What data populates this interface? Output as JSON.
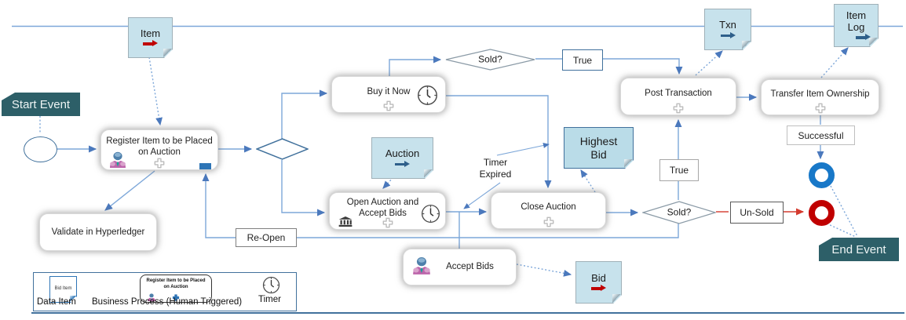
{
  "nodes": {
    "events": {
      "start_banner": "Start Event",
      "end_banner": "End Event"
    },
    "data_objects": {
      "item": "Item",
      "txn": "Txn",
      "item_log": "Item Log",
      "auction": "Auction",
      "highest_bid": "Highest Bid",
      "bid": "Bid"
    },
    "tasks": {
      "register": "Register Item to be Placed on Auction",
      "validate": "Validate in Hyperledger",
      "buy_now": "Buy it Now",
      "open_auction": "Open Auction and Accept Bids",
      "close_auction": "Close Auction",
      "accept_bids": "Accept Bids",
      "post_transaction": "Post Transaction",
      "transfer_ownership": "Transfer Item Ownership"
    },
    "gateways": {
      "sold_buy": "Sold?",
      "sold_close": "Sold?"
    },
    "edge_labels": {
      "true_buy": "True",
      "true_close": "True",
      "re_open": "Re-Open",
      "un_sold": "Un-Sold",
      "successful": "Successful",
      "timer_expired": "Timer Expired"
    }
  },
  "legend": {
    "data_item_label": "Data Item",
    "data_item_icon_text": "Bid Item",
    "process_label": "Business Process (Human Triggered)",
    "process_icon_text": "Register Item to be Placed on Auction",
    "timer_label": "Timer"
  },
  "colors": {
    "flow_line": "#7da7d9",
    "arrowhead": "#4b79bd",
    "red_flow": "#d43a2e",
    "banner_bg": "#2d5f68",
    "data_object_fill": "#c7e2ec",
    "highest_bid_fill": "#badce8",
    "red_data_arrow": "#c00000",
    "blue_data_arrow": "#2e5f8a",
    "success_event": "#1878c8",
    "unsold_event": "#c00000",
    "gateway_border": "#41719c",
    "legend_border": "#41719c"
  }
}
